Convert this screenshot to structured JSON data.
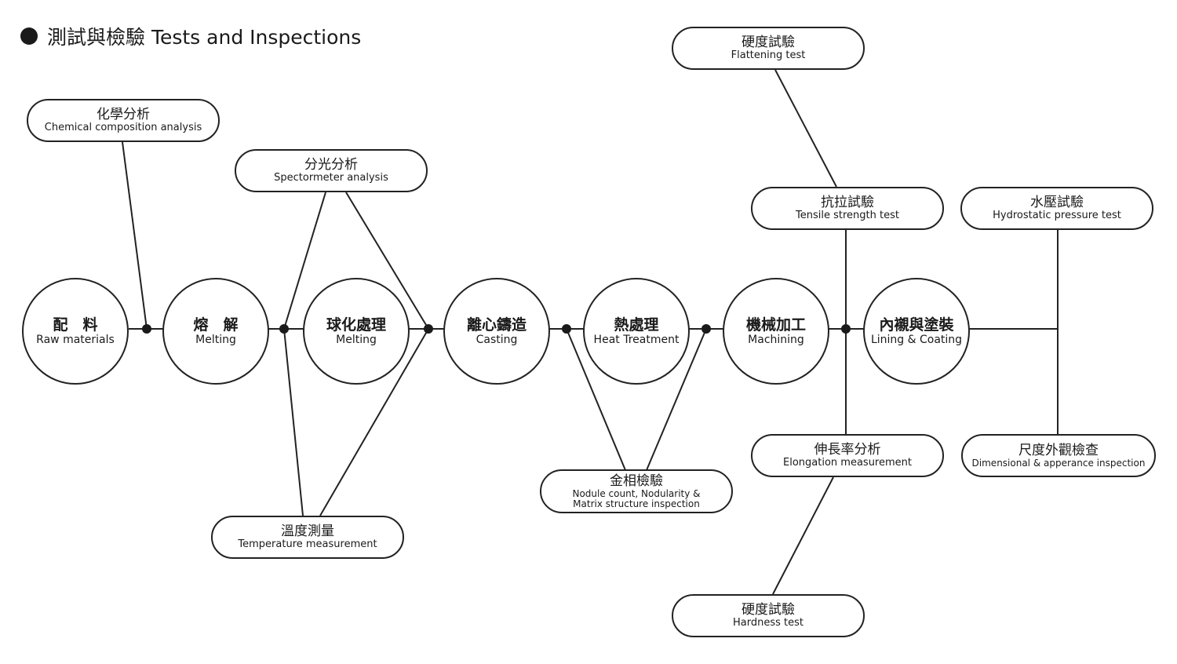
{
  "title": "測試與檢驗 Tests and Inspections",
  "steps": [
    {
      "zh": "配　料",
      "en": "Raw materials"
    },
    {
      "zh": "熔　解",
      "en": "Melting"
    },
    {
      "zh": "球化處理",
      "en": "Melting"
    },
    {
      "zh": "離心鑄造",
      "en": "Casting"
    },
    {
      "zh": "熱處理",
      "en": "Heat Treatment"
    },
    {
      "zh": "機械加工",
      "en": "Machining"
    },
    {
      "zh": "內襯與塗裝",
      "en": "Lining & Coating"
    }
  ],
  "tests": {
    "chemical": {
      "zh": "化學分析",
      "en": "Chemical composition analysis"
    },
    "spectrometer": {
      "zh": "分光分析",
      "en": "Spectormeter  analysis"
    },
    "temperature": {
      "zh": "溫度測量",
      "en": "Temperature measurement"
    },
    "metallographic": {
      "zh": "金相檢驗",
      "en": "Nodule count, Nodularity &",
      "en2": "Matrix structure inspection"
    },
    "flattening": {
      "zh": "硬度試驗",
      "en": "Flattening test"
    },
    "tensile": {
      "zh": "抗拉試驗",
      "en": "Tensile strength test"
    },
    "elongation": {
      "zh": "伸長率分析",
      "en": "Elongation measurement"
    },
    "hardness": {
      "zh": "硬度試驗",
      "en": "Hardness test"
    },
    "hydrostatic": {
      "zh": "水壓試驗",
      "en": "Hydrostatic pressure test"
    },
    "dimensional": {
      "zh": "尺度外觀檢查",
      "en": "Dimensional & apperance inspection"
    }
  }
}
